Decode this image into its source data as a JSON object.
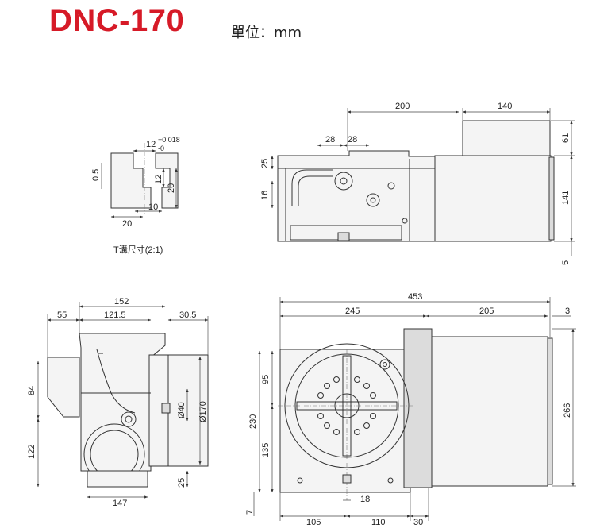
{
  "header": {
    "model": "DNC-170",
    "unit": "單位：mm"
  },
  "tslot": {
    "caption": "T溝尺寸(2:1)",
    "dims": {
      "top": "12",
      "tol_upper": "+0.018",
      "tol_lower": "-0",
      "left": "0.5",
      "h12": "12",
      "h20": "20",
      "w10": "10",
      "bottom": "20"
    }
  },
  "side_view": {
    "dims": {
      "d200": "200",
      "d140": "140",
      "d28a": "28",
      "d28b": "28",
      "d25": "25",
      "d16": "16",
      "d61": "61",
      "d141": "141",
      "d5": "5"
    }
  },
  "front_view": {
    "dims": {
      "d152": "152",
      "d55": "55",
      "d121_5": "121.5",
      "d30_5": "30.5",
      "d84": "84",
      "d122": "122",
      "d40": "Ø40",
      "d170": "Ø170",
      "d25": "25",
      "d147": "147"
    }
  },
  "top_view": {
    "dims": {
      "d453": "453",
      "d245": "245",
      "d205": "205",
      "d3": "3",
      "d95": "95",
      "d230": "230",
      "d135": "135",
      "d266": "266",
      "d18": "18",
      "d7": "7",
      "d105": "105",
      "d110": "110",
      "d30": "30"
    }
  }
}
